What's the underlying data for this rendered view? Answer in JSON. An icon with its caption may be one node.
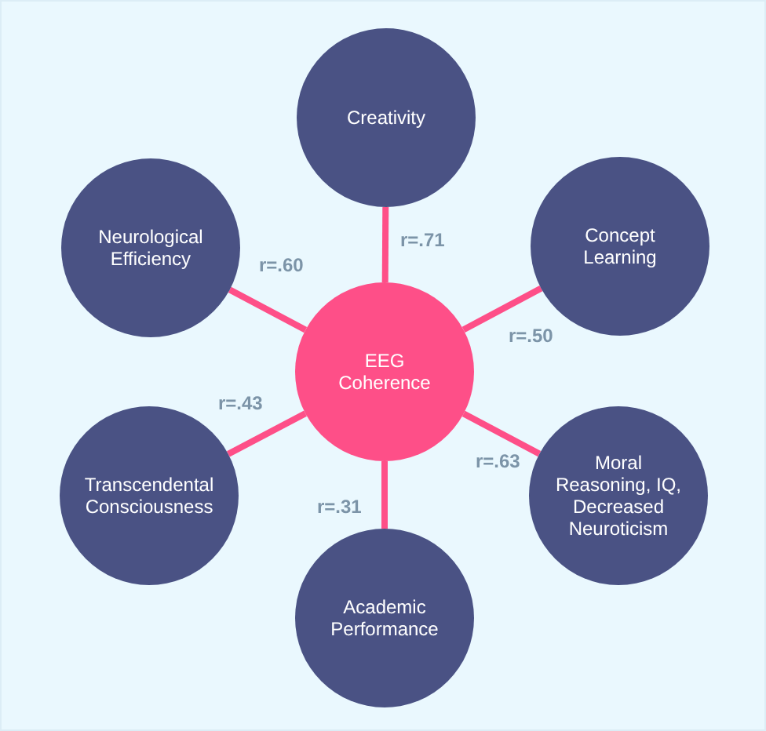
{
  "diagram": {
    "nodes": [
      {
        "text": [
          "Creativity"
        ]
      },
      {
        "text": [
          "Neurological Efficiency"
        ]
      },
      {
        "text": [
          "Concept Learning"
        ]
      },
      {
        "text": [
          "EEG Coherence"
        ]
      },
      {
        "text": [
          "Transcendental Consciousness"
        ]
      },
      {
        "text": [
          "Moral Reasoning, IQ, Decreased Neuroticism"
        ]
      },
      {
        "text": [
          "Academic Performance"
        ]
      }
    ],
    "edges": [
      {
        "from": 3,
        "to": 0,
        "arrow": "none",
        "label": "r=.71"
      },
      {
        "from": 3,
        "to": 1,
        "arrow": "none",
        "label": "r=.60"
      },
      {
        "from": 3,
        "to": 2,
        "arrow": "none",
        "label": "r=.50"
      },
      {
        "from": 3,
        "to": 4,
        "arrow": "none",
        "label": "r=.43"
      },
      {
        "from": 3,
        "to": 5,
        "arrow": "none",
        "label": "r=.63"
      },
      {
        "from": 3,
        "to": 6,
        "arrow": "none",
        "label": "r=.31"
      }
    ]
  }
}
